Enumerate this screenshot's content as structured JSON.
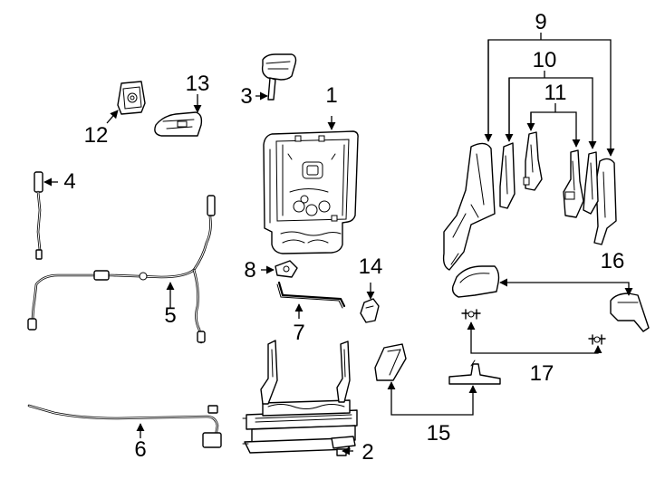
{
  "callouts": [
    {
      "id": "1",
      "text": "1"
    },
    {
      "id": "2",
      "text": "2"
    },
    {
      "id": "3",
      "text": "3"
    },
    {
      "id": "4",
      "text": "4"
    },
    {
      "id": "5",
      "text": "5"
    },
    {
      "id": "6",
      "text": "6"
    },
    {
      "id": "7",
      "text": "7"
    },
    {
      "id": "8",
      "text": "8"
    },
    {
      "id": "9",
      "text": "9"
    },
    {
      "id": "10",
      "text": "10"
    },
    {
      "id": "11",
      "text": "11"
    },
    {
      "id": "12",
      "text": "12"
    },
    {
      "id": "13",
      "text": "13"
    },
    {
      "id": "14",
      "text": "14"
    },
    {
      "id": "15",
      "text": "15"
    },
    {
      "id": "16",
      "text": "16"
    },
    {
      "id": "17",
      "text": "17"
    }
  ],
  "colors": {
    "ink": "#000000",
    "paper": "#ffffff"
  }
}
